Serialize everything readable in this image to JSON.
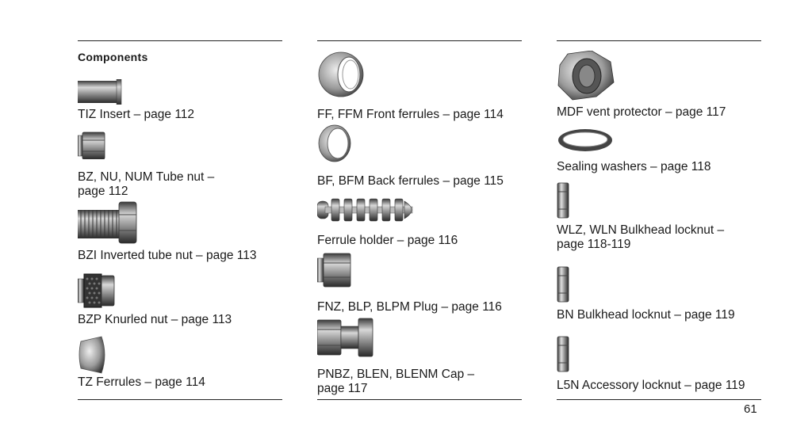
{
  "columns": [
    {
      "heading": "Components",
      "items": [
        {
          "caption": "TIZ Insert – page 112",
          "icon": "tube-insert-icon"
        },
        {
          "caption": "BZ, NU, NUM Tube nut – page 112",
          "icon": "tube-nut-icon"
        },
        {
          "caption": "BZI Inverted tube nut – page 113",
          "icon": "inverted-tube-nut-icon"
        },
        {
          "caption": "BZP Knurled nut – page 113",
          "icon": "knurled-nut-icon"
        },
        {
          "caption": "TZ Ferrules – page 114",
          "icon": "ferrule-icon"
        }
      ]
    },
    {
      "items": [
        {
          "caption": "FF, FFM Front ferrules – page 114",
          "icon": "front-ferrule-icon"
        },
        {
          "caption": "BF, BFM Back ferrules – page 115",
          "icon": "back-ferrule-icon"
        },
        {
          "caption": "Ferrule holder – page 116",
          "icon": "ferrule-holder-icon"
        },
        {
          "caption": "FNZ, BLP, BLPM Plug – page 116",
          "icon": "plug-icon"
        },
        {
          "caption": "PNBZ, BLEN, BLENM Cap – page 117",
          "icon": "cap-icon"
        }
      ]
    },
    {
      "items": [
        {
          "caption": "MDF vent protector – page 117",
          "icon": "vent-protector-icon"
        },
        {
          "caption": "Sealing washers – page 118",
          "icon": "sealing-washer-icon"
        },
        {
          "caption": "WLZ, WLN Bulkhead locknut – page 118-119",
          "icon": "bulkhead-locknut-icon"
        },
        {
          "caption": "BN Bulkhead locknut – page 119",
          "icon": "bn-locknut-icon"
        },
        {
          "caption": "L5N Accessory locknut – page 119",
          "icon": "accessory-locknut-icon"
        }
      ]
    }
  ],
  "page_number": "61"
}
